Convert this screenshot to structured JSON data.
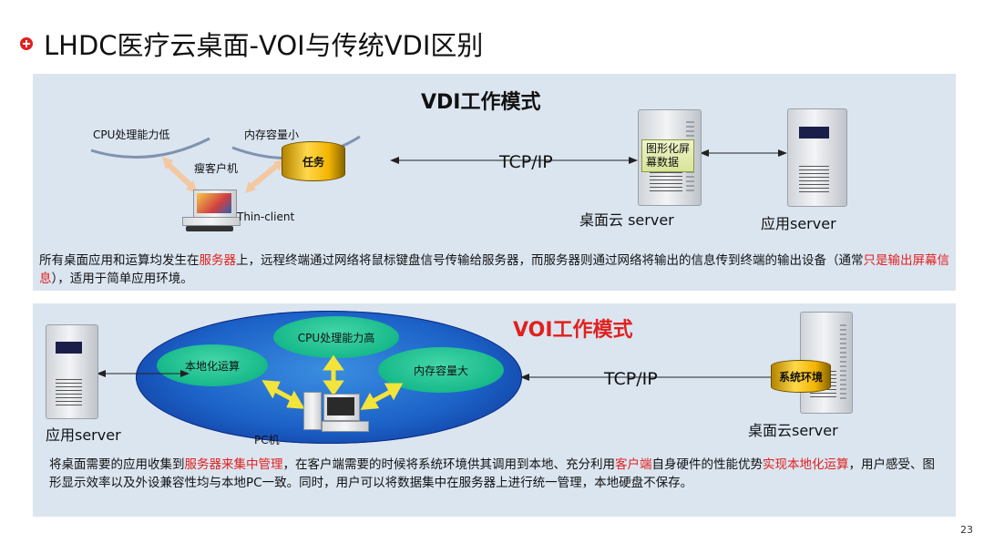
{
  "page": {
    "title": "LHDC医疗云桌面-VOI与传统VDI区别",
    "page_number": "23"
  },
  "vdi": {
    "title": "VDI工作模式",
    "cpu_label": "CPU处理能力低",
    "memory_label": "内存容量小",
    "task_label": "任务",
    "thin_client_cn": "瘦客户机",
    "thin_client_en": "Thin-client",
    "protocol": "TCP/IP",
    "screen_data": [
      "图形化屏",
      "幕数据"
    ],
    "desktop_server": "桌面云 server",
    "app_server": "应用server",
    "description": {
      "part1": "所有桌面应用和运算均发生在",
      "part2": "服务器",
      "part3": "上，远程终端通过网络将鼠标键盘信号传输给服务器，而服务器则通过网络将输出的信息传到终端的输出设备（通常",
      "part4": "只是输出屏幕信息",
      "part5": "），适用于简单应用环境。"
    }
  },
  "voi": {
    "title": "VOI工作模式",
    "cpu_label": "CPU处理能力高",
    "local_compute": "本地化运算",
    "memory_label": "内存容量大",
    "pc_label": "PC机",
    "protocol": "TCP/IP",
    "system_env": "系统环境",
    "app_server": "应用server",
    "desktop_server": "桌面云server",
    "description": {
      "part1": "将桌面需要的应用收集到",
      "part2": "服务器来集中管理",
      "part3": "，在客户端需要的时候将系统环境供其调用到本地、充分利用",
      "part4": "客户端",
      "part5": "自身硬件的性能优势",
      "part6": "实现本地化运算",
      "part7": "，用户感受、图形显示效率以及外设兼容性均与本地PC一致。同时，用户可以将数据集中在服务器上进行统一管理，本地硬盘不保存。"
    }
  },
  "colors": {
    "accent_red": "#e0211f",
    "panel_bg": "#dbe5f0",
    "green_ellipse": "#17b98a",
    "blue_ellipse": "#1c62c8",
    "gold_drum": "#f2b400"
  }
}
